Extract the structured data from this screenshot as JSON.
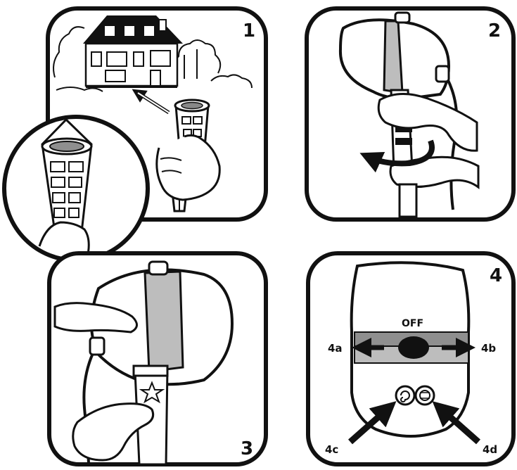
{
  "panels": [
    {
      "id": "1",
      "label": "1"
    },
    {
      "id": "2",
      "label": "2"
    },
    {
      "id": "3",
      "label": "3"
    },
    {
      "id": "4",
      "label": "4"
    }
  ],
  "switch": {
    "off_label": "OFF",
    "callouts": [
      "4a",
      "4b",
      "4c",
      "4d"
    ]
  },
  "colors": {
    "ink": "#111111",
    "band_gray": "#bdbdbd",
    "slot_gray": "#8f8f8f",
    "paper": "#ffffff"
  }
}
